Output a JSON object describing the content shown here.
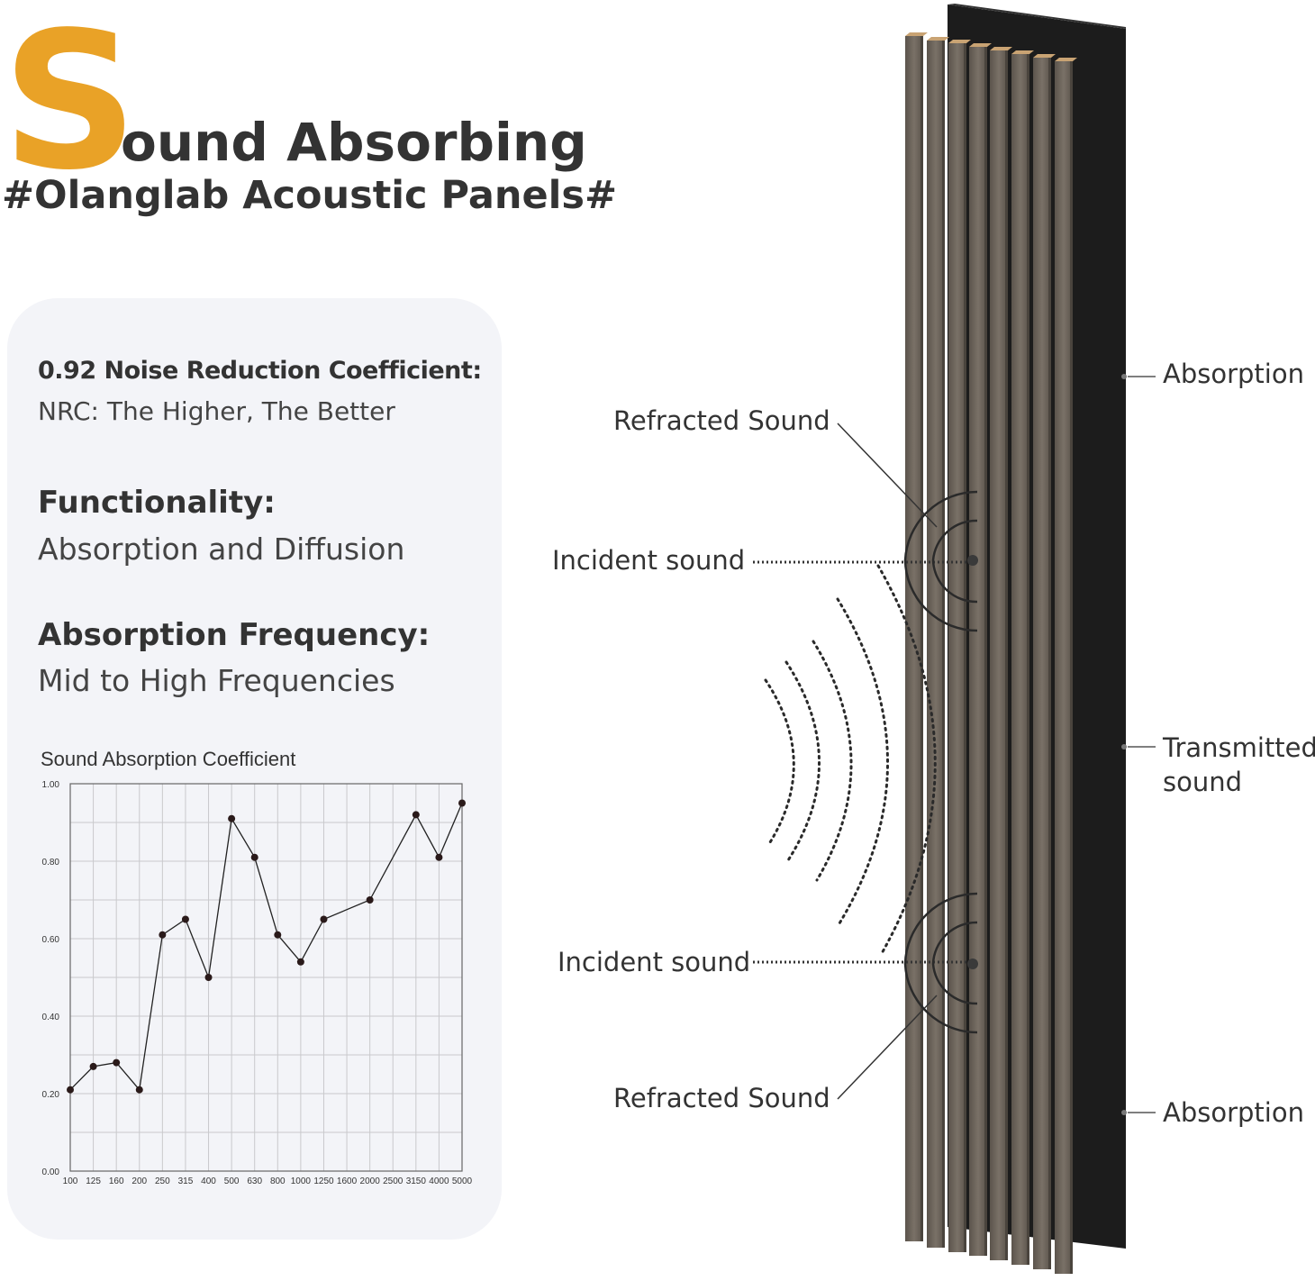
{
  "header": {
    "big_letter": "S",
    "title_rest": "ound Absorbing",
    "subtitle": "#Olanglab Acoustic Panels#"
  },
  "specs": [
    {
      "heading": "0.92 Noise Reduction Coefficient:",
      "detail": "NRC: The Higher, The Better"
    },
    {
      "heading": "Functionality:",
      "detail": "Absorption and Diffusion"
    },
    {
      "heading": "Absorption Frequency:",
      "detail": "Mid to High Frequencies"
    }
  ],
  "colors": {
    "accent": "#E9A227",
    "text": "#333333",
    "card_bg": "#F3F4F8",
    "panel_backing": "#1C1C1C",
    "slat_wood": "#6E665D"
  },
  "chart_data": {
    "type": "line",
    "title": "Sound Absorption Coefficient",
    "xlabel": "",
    "ylabel": "",
    "categories": [
      "100",
      "125",
      "160",
      "200",
      "250",
      "315",
      "400",
      "500",
      "630",
      "800",
      "1000",
      "1250",
      "1600",
      "2000",
      "2500",
      "3150",
      "4000",
      "5000"
    ],
    "y_tick_labels": [
      "0.00",
      "0.20",
      "0.40",
      "0.60",
      "0.80",
      "1.00"
    ],
    "ylim": [
      0,
      1.0
    ],
    "grid": true,
    "points": [
      {
        "x": "100",
        "y": 0.21
      },
      {
        "x": "125",
        "y": 0.27
      },
      {
        "x": "160",
        "y": 0.28
      },
      {
        "x": "200",
        "y": 0.21
      },
      {
        "x": "250",
        "y": 0.61
      },
      {
        "x": "315",
        "y": 0.65
      },
      {
        "x": "400",
        "y": 0.5
      },
      {
        "x": "500",
        "y": 0.91
      },
      {
        "x": "630",
        "y": 0.81
      },
      {
        "x": "800",
        "y": 0.61
      },
      {
        "x": "1000",
        "y": 0.54
      },
      {
        "x": "1250",
        "y": 0.65
      },
      {
        "x": "2000",
        "y": 0.7
      },
      {
        "x": "3150",
        "y": 0.92
      },
      {
        "x": "4000",
        "y": 0.81
      },
      {
        "x": "5000",
        "y": 0.95
      }
    ]
  },
  "diagram": {
    "labels": {
      "absorption_top": "Absorption",
      "refracted_top": "Refracted Sound",
      "incident_top": "Incident sound",
      "transmitted_line1": "Transmitted",
      "transmitted_line2": "sound",
      "incident_bottom": "Incident sound",
      "refracted_bottom": "Refracted Sound",
      "absorption_bottom": "Absorption"
    }
  }
}
